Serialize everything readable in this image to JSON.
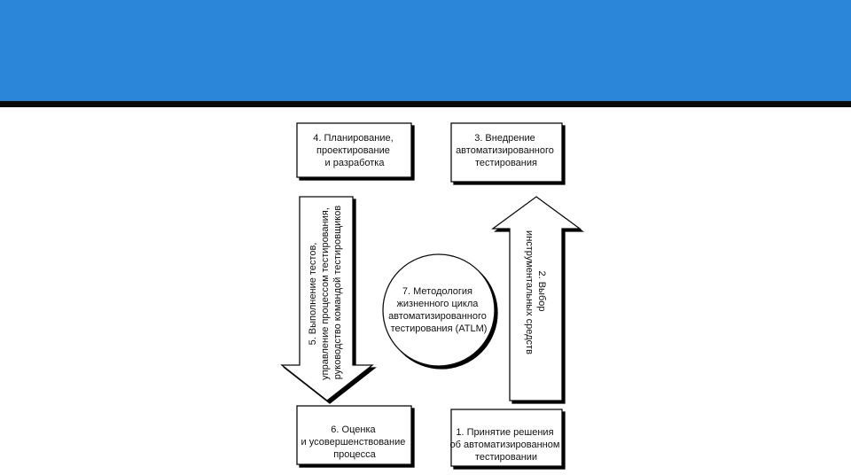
{
  "header": {
    "accent_color": "#2b85d9",
    "line_color": "#0a0a0a"
  },
  "diagram": {
    "step4": [
      "4. Планирование,",
      "проектирование",
      "и разработка"
    ],
    "step3": [
      "3. Внедрение",
      "автоматизированного",
      "тестирования"
    ],
    "step5": [
      "5. Выполнение тестов,",
      "управление процессом тестирования,",
      "руководство командой тестировщиков"
    ],
    "step2": [
      "2. Выбор",
      "инструментальных средств"
    ],
    "center": [
      "7. Методология",
      "жизненного цикла",
      "автоматизированного",
      "тестирования (ATLM)"
    ],
    "step6": [
      "6. Оценка",
      "и усовершенствование",
      "процесса"
    ],
    "step1": [
      "1. Принятие решения",
      "об автоматизированном",
      "тестировании"
    ]
  }
}
